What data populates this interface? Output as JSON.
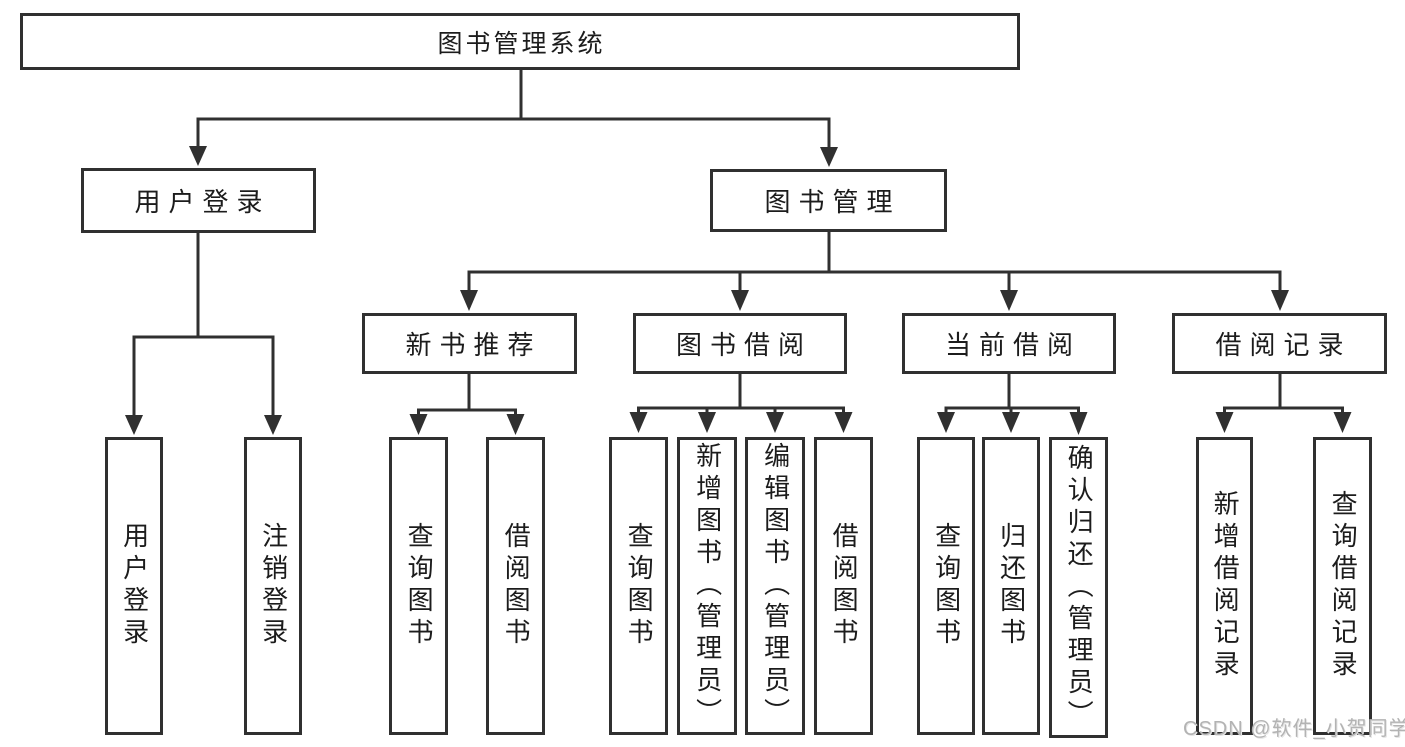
{
  "tree": {
    "label": "图书管理系统",
    "children": [
      {
        "label": "用户登录",
        "children": [
          {
            "label": "用户登录"
          },
          {
            "label": "注销登录"
          }
        ]
      },
      {
        "label": "图书管理",
        "children": [
          {
            "label": "新书推荐",
            "children": [
              {
                "label": "查询图书"
              },
              {
                "label": "借阅图书"
              }
            ]
          },
          {
            "label": "图书借阅",
            "children": [
              {
                "label": "查询图书"
              },
              {
                "label": "新增图书（管理员）"
              },
              {
                "label": "编辑图书（管理员）"
              },
              {
                "label": "借阅图书"
              }
            ]
          },
          {
            "label": "当前借阅",
            "children": [
              {
                "label": "查询图书"
              },
              {
                "label": "归还图书"
              },
              {
                "label": "确认归还（管理员）"
              }
            ]
          },
          {
            "label": "借阅记录",
            "children": [
              {
                "label": "新增借阅记录"
              },
              {
                "label": "查询借阅记录"
              }
            ]
          }
        ]
      }
    ]
  },
  "watermark": {
    "text": "CSDN @软件_小贺同学"
  },
  "colors": {
    "line": "#303030",
    "box_border": "#303030",
    "text": "#1c1c1c",
    "watermark": "#b3b3b3",
    "background": "#ffffff"
  }
}
